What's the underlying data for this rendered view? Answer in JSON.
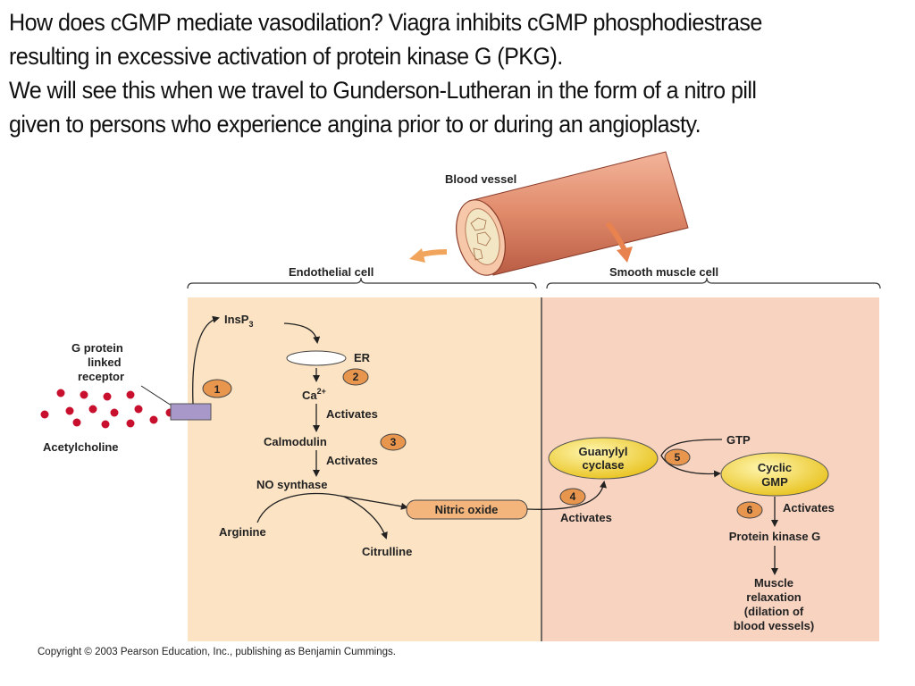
{
  "slide": {
    "lines": [
      "How does cGMP mediate vasodilation? Viagra inhibits cGMP phosphodiestrase",
      "resulting in excessive activation of protein kinase G (PKG).",
      "We will see this when we travel to Gunderson-Lutheran in the form of a nitro pill",
      "given to persons who experience angina prior to or during an angioplasty."
    ]
  },
  "diagram": {
    "blood_vessel": "Blood vessel",
    "endothelial_cell": "Endothelial cell",
    "smooth_muscle_cell": "Smooth muscle cell",
    "receptor_label": [
      "G protein",
      "linked",
      "receptor"
    ],
    "acetylcholine": "Acetylcholine",
    "insp3": "InsP",
    "insp3_sub": "3",
    "er": "ER",
    "ca": "Ca",
    "ca_sup": "2+",
    "activates": "Activates",
    "calmodulin": "Calmodulin",
    "no_synthase": "NO synthase",
    "arginine": "Arginine",
    "citrulline": "Citrulline",
    "nitric_oxide": "Nitric oxide",
    "guanylyl_cyclase": [
      "Guanylyl",
      "cyclase"
    ],
    "gtp": "GTP",
    "cyclic_gmp": [
      "Cyclic",
      "GMP"
    ],
    "protein_kinase_g": "Protein kinase G",
    "muscle_relaxation": [
      "Muscle",
      "relaxation",
      "(dilation of",
      "blood vessels)"
    ],
    "steps": [
      "1",
      "2",
      "3",
      "4",
      "5",
      "6"
    ]
  },
  "copyright": "Copyright © 2003 Pearson Education, Inc., publishing as Benjamin Cummings.",
  "colors": {
    "endothelial_bg": "#fbe3c3",
    "smooth_bg": "#f8d3c0",
    "step_badge": "#e8954e",
    "nitric_oxide": "#f3b57c",
    "gmp_yellow": "#f5d53a",
    "acetylcholine_dot": "#c8102e",
    "receptor": "#a897c9"
  }
}
